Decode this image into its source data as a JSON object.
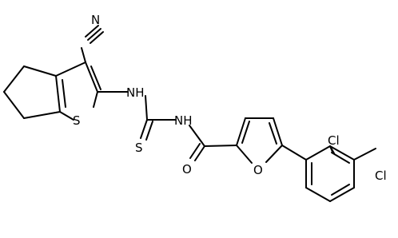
{
  "molecule": {
    "atoms": {
      "N_nitrile": "N",
      "C_nitrile": "C",
      "NH_thiophene": "NH",
      "NH_acyl": "NH",
      "S_thione": "S",
      "S_ring": "S",
      "O_carbonyl": "O",
      "O_furan": "O",
      "Cl_2": "Cl",
      "Cl_3": "Cl"
    }
  }
}
